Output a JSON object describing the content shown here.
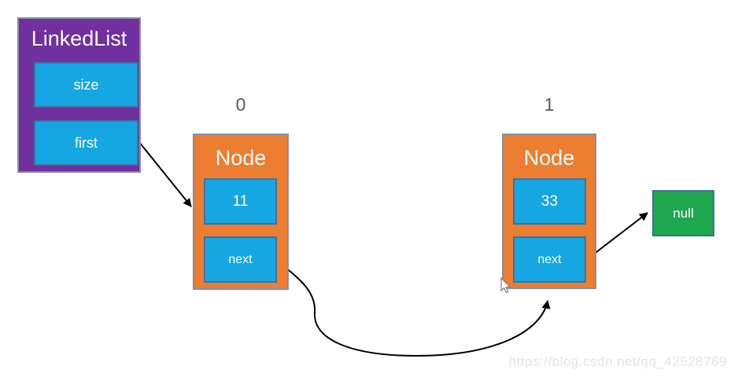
{
  "colors": {
    "background": "#FFFFFF",
    "purple": "#7030A0",
    "cyan": "#16A7E3",
    "orange": "#ED7D31",
    "green": "#1FA750",
    "outer_border": "#84909E",
    "inner_border": "#41719C",
    "box_text": "#FFFFFF",
    "index_label": "#595959",
    "arrow": "#000000",
    "watermark": "#E4E4E6"
  },
  "linkedlist": {
    "title": "LinkedList",
    "fields": [
      {
        "label": "size"
      },
      {
        "label": "first"
      }
    ]
  },
  "nodes": [
    {
      "index": "0",
      "title": "Node",
      "value": "11",
      "next_label": "next"
    },
    {
      "index": "1",
      "title": "Node",
      "value": "33",
      "next_label": "next"
    }
  ],
  "terminator": {
    "label": "null"
  },
  "watermark": {
    "text": "https://blog.csdn.net/qq_42528769"
  }
}
